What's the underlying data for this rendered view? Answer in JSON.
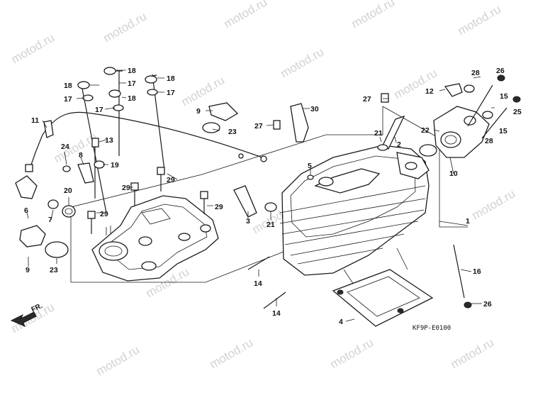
{
  "watermark": "motod.ru",
  "diagram_code": "KF9P-E0100",
  "front_label": "FR.",
  "callouts": {
    "c1": "1",
    "c2": "2",
    "c3": "3",
    "c4": "4",
    "c5": "5",
    "c6": "6",
    "c7": "7",
    "c8": "8",
    "c9a": "9",
    "c9b": "9",
    "c10": "10",
    "c11": "11",
    "c12": "12",
    "c13": "13",
    "c14a": "14",
    "c14b": "14",
    "c15a": "15",
    "c15b": "15",
    "c16": "16",
    "c17a": "17",
    "c17b": "17",
    "c17c": "17",
    "c17d": "17",
    "c18a": "18",
    "c18b": "18",
    "c18c": "18",
    "c18d": "18",
    "c19": "19",
    "c20": "20",
    "c21a": "21",
    "c21b": "21",
    "c22": "22",
    "c23a": "23",
    "c23b": "23",
    "c24": "24",
    "c25": "25",
    "c26a": "26",
    "c26b": "26",
    "c27a": "27",
    "c27b": "27",
    "c28a": "28",
    "c28b": "28",
    "c29a": "29",
    "c29b": "29",
    "c29c": "29",
    "c29d": "29",
    "c30": "30"
  }
}
